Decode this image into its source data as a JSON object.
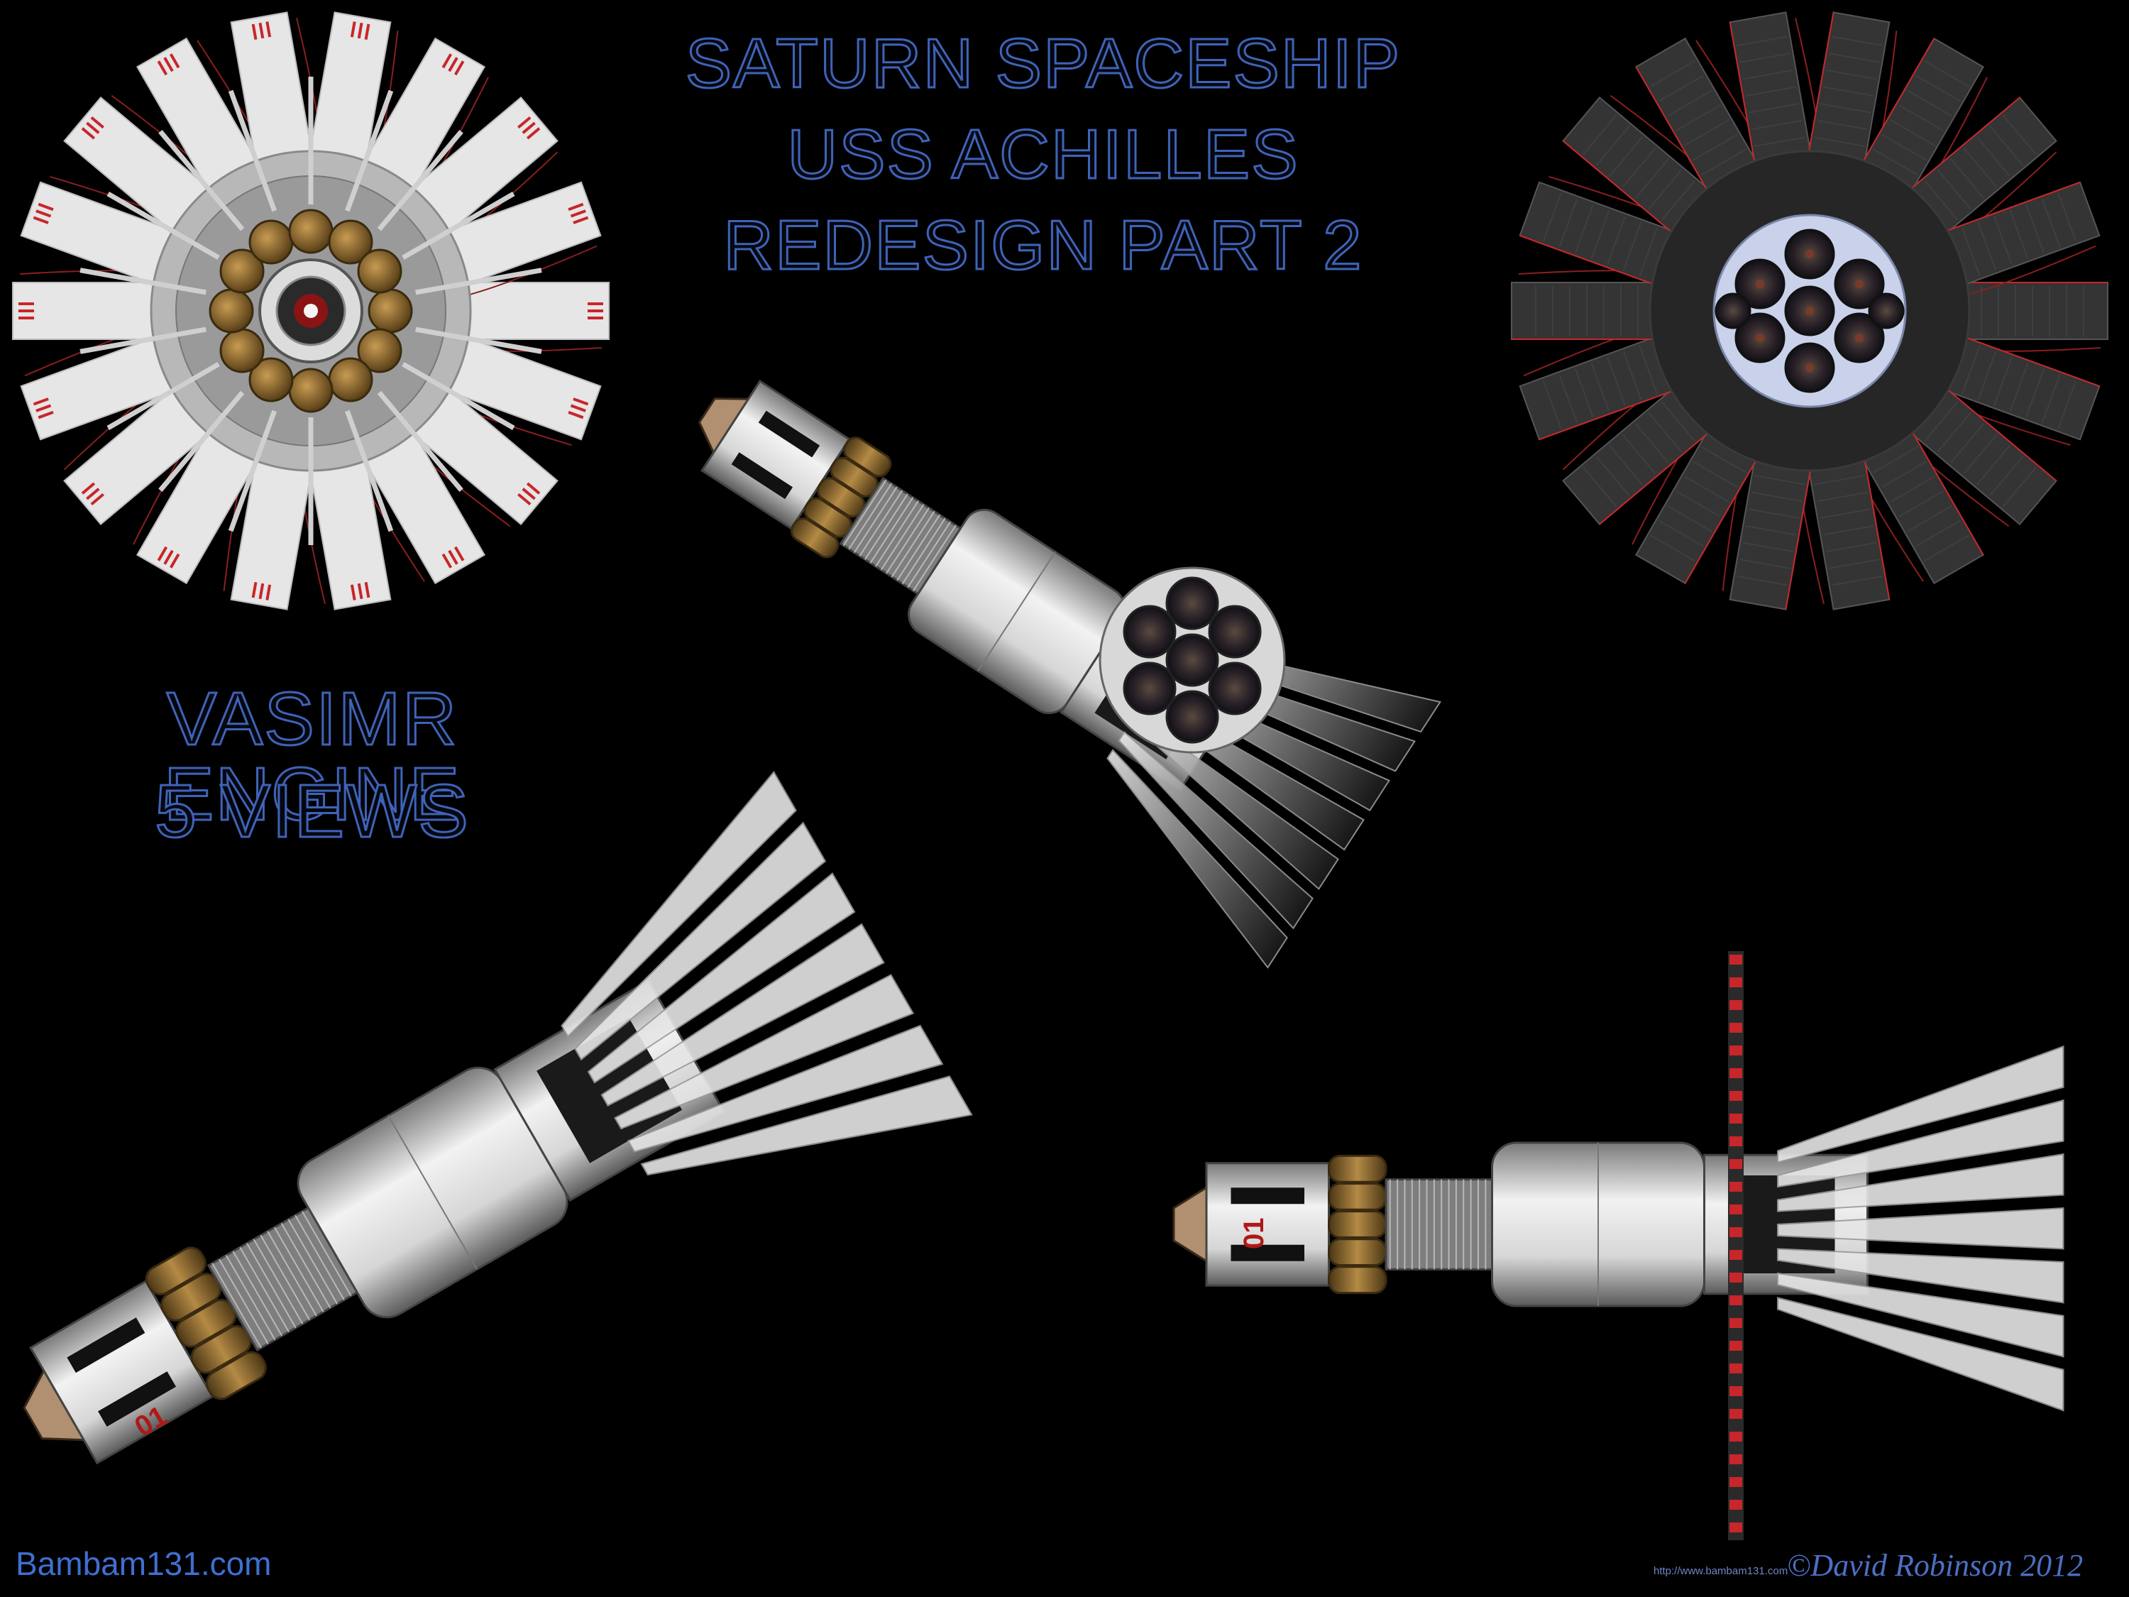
{
  "title": {
    "line1": "SATURN SPACESHIP",
    "line2": "USS ACHILLES",
    "line3": "REDESIGN PART 2"
  },
  "subtitle": {
    "line1": "VASIMR ENGINE",
    "line2": "5 VIEWS"
  },
  "footer": {
    "site": "Bambam131.com",
    "url": "http://www.bambam131.com",
    "copyright": "©David Robinson 2012"
  },
  "hull_marking": "01",
  "colors": {
    "background": "#000000",
    "title_outline": "#3f63b8",
    "panel_white": "#e8e8e8",
    "panel_dark": "#3a3a3a",
    "tank_gold": "#8a6a2e",
    "radiator_red": "#c8262a"
  },
  "views": [
    {
      "name": "front-view",
      "icon": "radiator-star-icon"
    },
    {
      "name": "rear-view",
      "icon": "engine-cluster-icon"
    },
    {
      "name": "isometric-rear-view",
      "icon": "spaceship-icon"
    },
    {
      "name": "isometric-front-view",
      "icon": "spaceship-icon"
    },
    {
      "name": "side-view",
      "icon": "spaceship-icon"
    }
  ]
}
